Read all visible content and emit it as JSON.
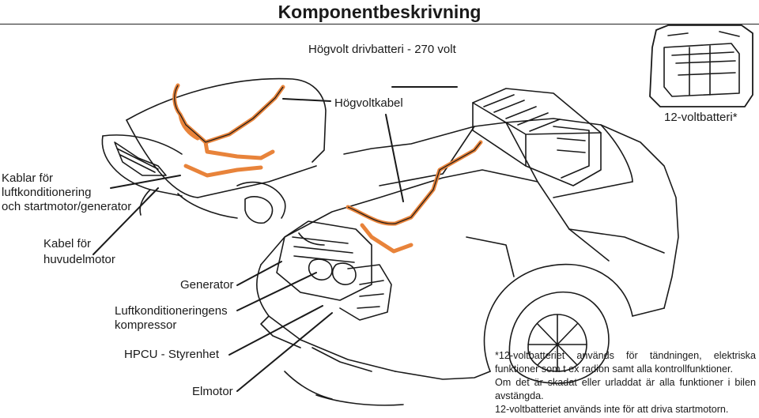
{
  "title": "Komponentbeskrivning",
  "labels": {
    "hv_battery": "Högvolt drivbatteri - 270 volt",
    "hv_cable": "Högvoltkabel",
    "battery_12v": "12-voltbatteri*",
    "ac_cables_line1": "Kablar för",
    "ac_cables_line2": "luftkonditionering",
    "ac_cables_line3": "och startmotor/generator",
    "motor_cable_line1": "Kabel för",
    "motor_cable_line2": "huvudelmotor",
    "generator": "Generator",
    "ac_compressor_line1": "Luftkonditioneringens",
    "ac_compressor_line2": "kompressor",
    "hpcu": "HPCU - Styrenhet",
    "electric_motor": "Elmotor"
  },
  "footnote": {
    "line1": "*12-voltbatteriet används för tändningen, elektriska funktioner som t ex radion samt alla kontrollfunktioner.",
    "line2": "Om det är skadat eller urladdat är alla funktioner i bilen avstängda.",
    "line3": "12-voltbatteriet används inte för att driva startmotorn."
  },
  "colors": {
    "cable": "#e8833a",
    "outline": "#1a1a1a"
  }
}
